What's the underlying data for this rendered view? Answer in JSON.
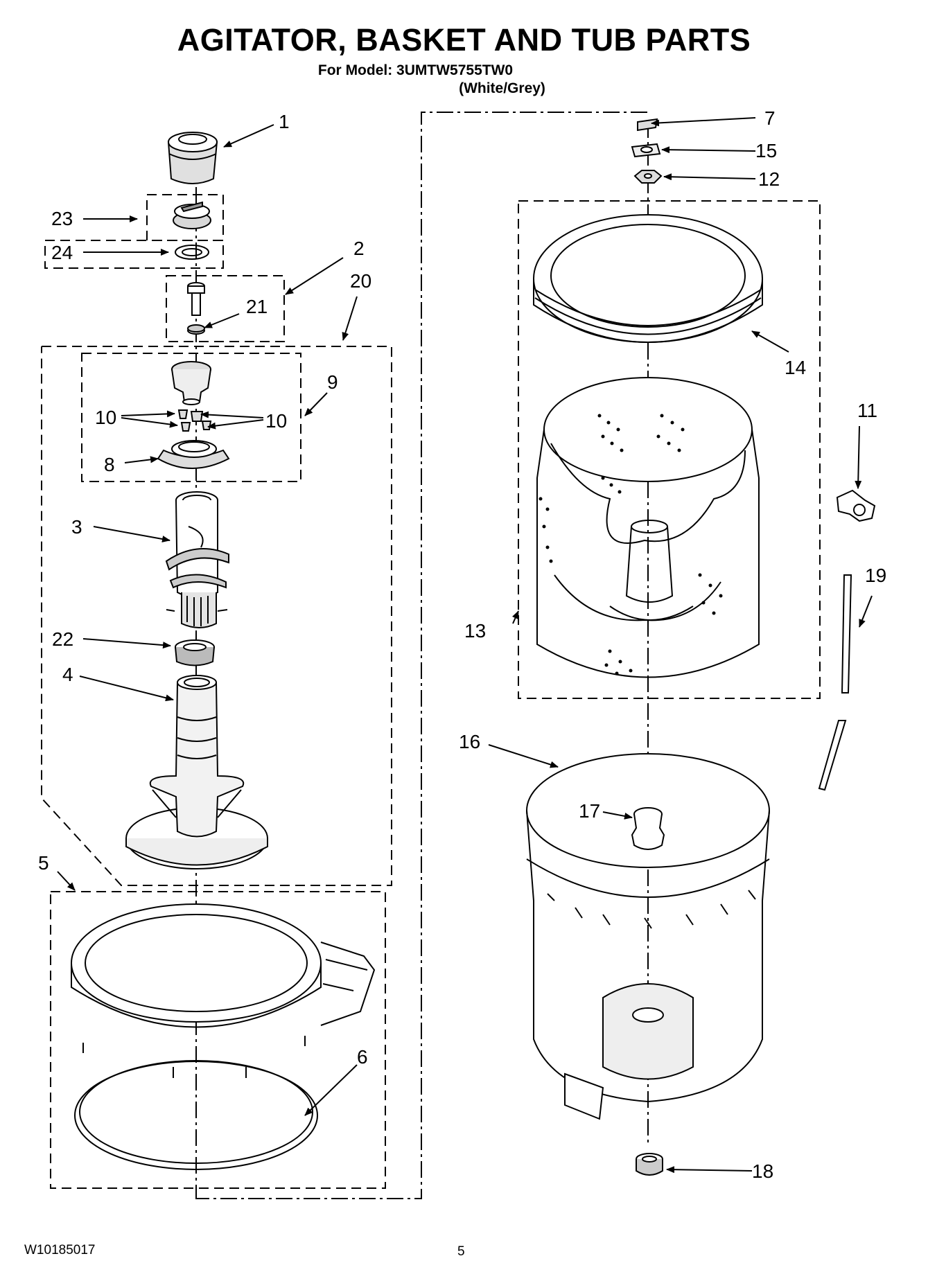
{
  "title": "AGITATOR, BASKET AND TUB PARTS",
  "model_line": "For Model: 3UMTW5755TW0",
  "color_line": "(White/Grey)",
  "footer": {
    "doc_number": "W10185017",
    "page_number": "5"
  },
  "callouts": [
    "1",
    "23",
    "24",
    "2",
    "20",
    "21",
    "9",
    "10",
    "10",
    "8",
    "3",
    "22",
    "4",
    "5",
    "6",
    "7",
    "15",
    "12",
    "14",
    "11",
    "13",
    "19",
    "16",
    "17",
    "18"
  ]
}
